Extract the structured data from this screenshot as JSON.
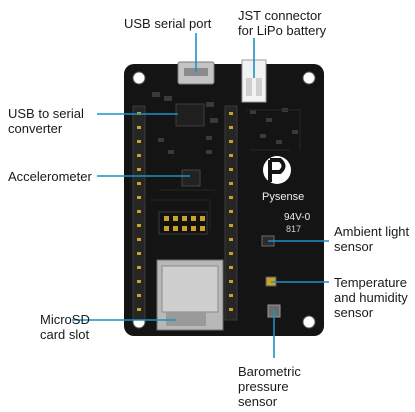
{
  "labels": {
    "usb_port": "USB serial port",
    "jst_line1": "JST connector",
    "jst_line2": "for LiPo battery",
    "usb_conv_line1": "USB to serial",
    "usb_conv_line2": "converter",
    "accelerometer": "Accelerometer",
    "ambient_line1": "Ambient light",
    "ambient_line2": "sensor",
    "temp_line1": "Temperature",
    "temp_line2": "and humidity",
    "temp_line3": "sensor",
    "microsd_line1": "MicroSD",
    "microsd_line2": "card slot",
    "baro_line1": "Barometric",
    "baro_line2": "pressure",
    "baro_line3": "sensor"
  },
  "board": {
    "brand": "Pysense",
    "marking": "94V-0",
    "marking2": "817"
  },
  "colors": {
    "board": "#141414",
    "leader_line": "#1e8fc6",
    "header": "#2a2a2a",
    "pin": "#c9a227",
    "metal": "#b8b8b8"
  }
}
